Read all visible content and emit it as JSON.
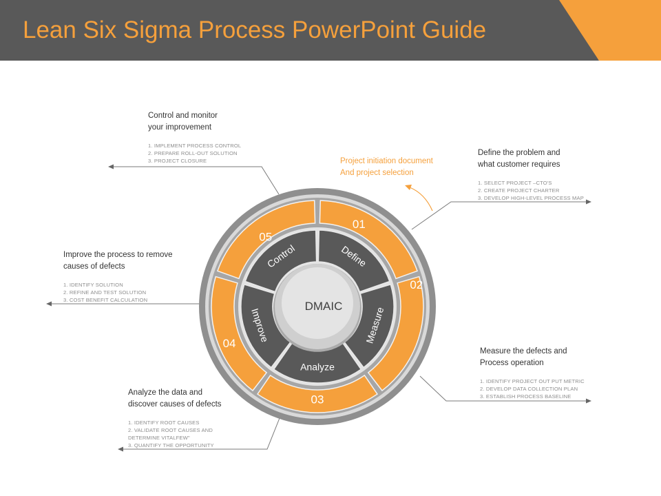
{
  "title": "Lean Six Sigma Process PowerPoint Guide",
  "colors": {
    "orange": "#f5a03c",
    "dark_gray": "#595959",
    "ring_gray": "#8f8f8f",
    "light_gray": "#dcdcdc"
  },
  "hub": {
    "label": "DMAIC"
  },
  "phases": [
    {
      "label": "Define",
      "number": "01"
    },
    {
      "label": "Measure",
      "number": "02"
    },
    {
      "label": "Analyze",
      "number": "03"
    },
    {
      "label": "Improve",
      "number": "04"
    },
    {
      "label": "Control",
      "number": "05"
    }
  ],
  "annotations": {
    "define": {
      "heading": [
        "Define the problem and",
        "what customer requires"
      ],
      "items": [
        "1.  SELECT PROJECT –CTO'S",
        "2.  CREATE PROJECT CHARTER",
        "3.  DEVELOP HIGH-LEVEL PROCESS MAP"
      ]
    },
    "measure": {
      "heading": [
        "Measure the defects and",
        "Process operation"
      ],
      "items": [
        "1.  IDENTIFY PROJECT OUT PUT METRIC",
        "2.  DEVELOP DATA COLLECTION PLAN",
        "3.  ESTABLISH PROCESS BASELINE"
      ]
    },
    "analyze": {
      "heading": [
        "Analyze the data and",
        "discover causes of defects"
      ],
      "items": [
        "1.  IDENTIFY ROOT CAUSES",
        "2.  VALIDATE ROOT CAUSES AND",
        "DETERMINE  VITALFEW\"",
        "3.  QUANTIFY THE OPPORTUNITY"
      ]
    },
    "improve": {
      "heading": [
        "Improve  the process to remove",
        "causes of defects"
      ],
      "items": [
        "1.  IDENTIFY SOLUTION",
        "2.  REFINE AND TEST SOLUTION",
        "3.  COST BENEFIT CALCULATION"
      ]
    },
    "control": {
      "heading": [
        "Control and monitor",
        "your improvement"
      ],
      "items": [
        "1.  IMPLEMENT PROCESS CONTROL",
        "2.  PREPARE ROLL-OUT SOLUTION",
        "3.  PROJECT CLOSURE"
      ]
    }
  },
  "project_note": [
    "Project initiation document",
    "And project selection"
  ]
}
